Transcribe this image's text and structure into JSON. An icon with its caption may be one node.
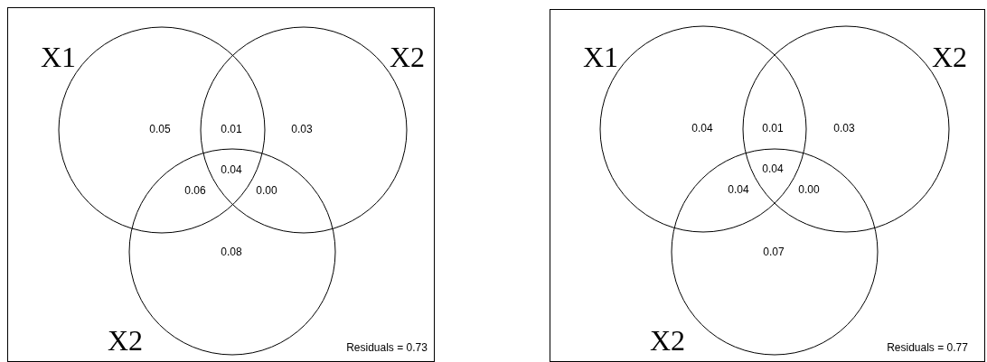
{
  "diagram": {
    "nodes": [
      {
        "text": [],
        "shape": "box"
      },
      {
        "text": [
          "X1"
        ],
        "in": 0
      },
      {
        "text": [
          "X2"
        ],
        "in": 0
      },
      {
        "text": [
          "X2"
        ],
        "in": 0
      },
      {
        "text": [],
        "shape": "box"
      },
      {
        "text": [
          "X1"
        ],
        "in": 4
      },
      {
        "text": [
          "X2"
        ],
        "in": 4
      },
      {
        "text": [
          "X2"
        ],
        "in": 4
      }
    ],
    "edges": [],
    "labels": [
      "0.05",
      "0.01",
      "0.03",
      "0.04",
      "0.06",
      "0.00",
      "0.08",
      "Residuals = 0.73",
      "0.04",
      "0.01",
      "0.03",
      "0.04",
      "0.04",
      "0.00",
      "0.07",
      "Residuals = 0.77"
    ]
  }
}
